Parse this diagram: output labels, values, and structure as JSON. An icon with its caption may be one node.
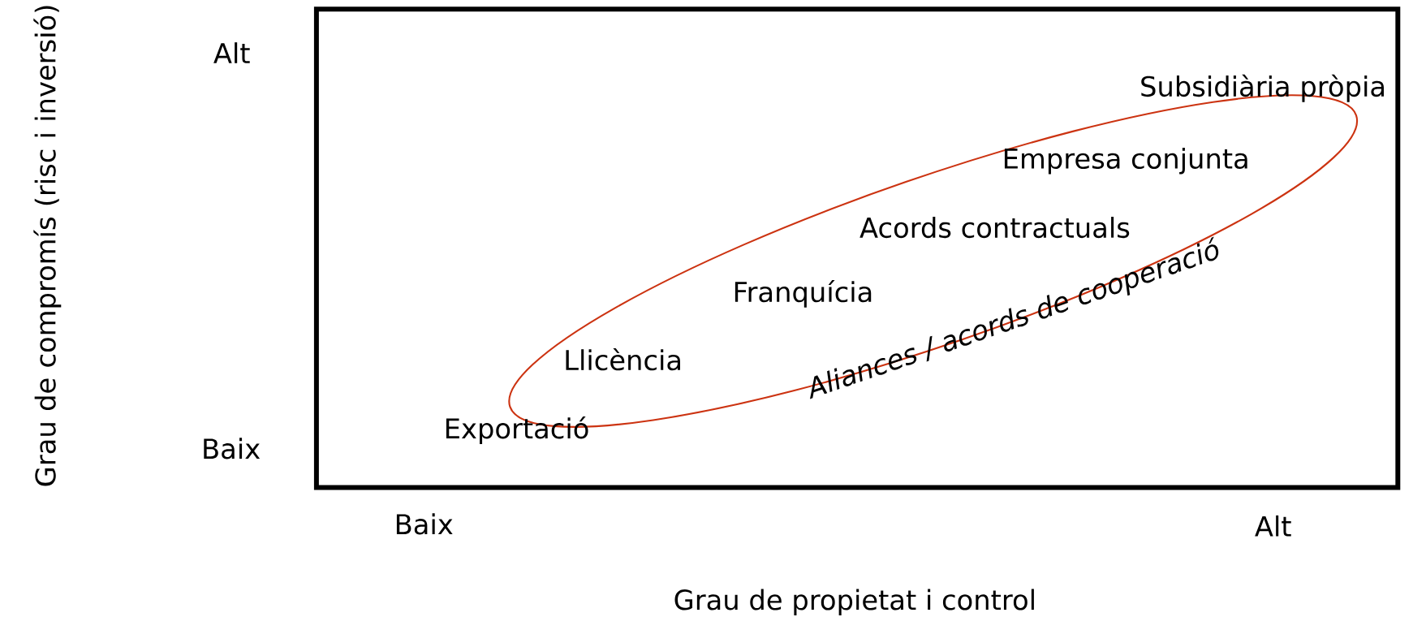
{
  "diagram": {
    "nodes": [
      {
        "text": [
          "Aliances / acords de cooperació"
        ]
      }
    ],
    "labels": [
      "Alt",
      "Grau de compromís (risc i inversió)",
      "Subsidiària pròpia",
      "Empresa conjunta",
      "Acords contractuals",
      "Franquícia",
      "Llicència",
      "Exportació",
      "Baix",
      "Baix",
      "Alt",
      "Grau de propietat i control"
    ]
  }
}
